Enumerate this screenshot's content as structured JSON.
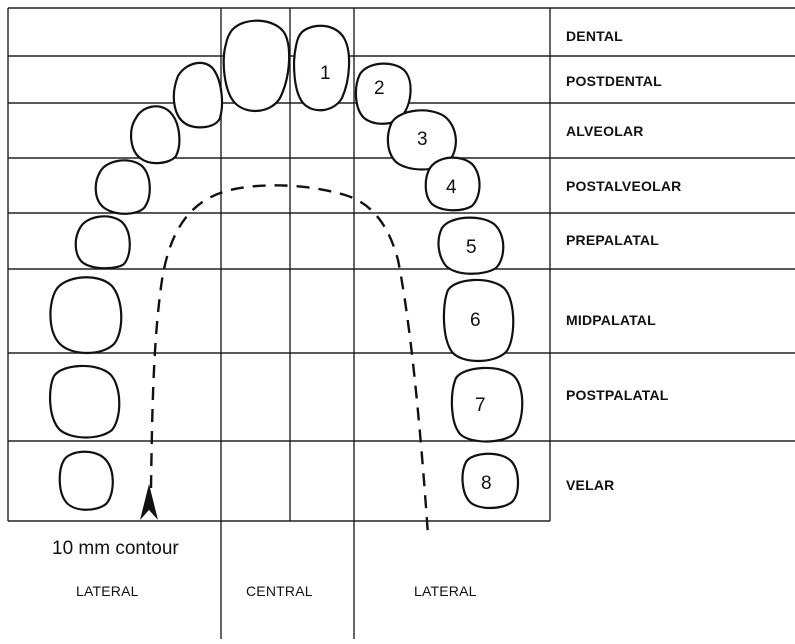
{
  "palate_zones": [
    "DENTAL",
    "POSTDENTAL",
    "ALVEOLAR",
    "POSTALVEOLAR",
    "PREPALATAL",
    "MIDPALATAL",
    "POSTPALATAL",
    "VELAR"
  ],
  "regions": {
    "left": "LATERAL",
    "center": "CENTRAL",
    "right": "LATERAL"
  },
  "teeth_numbers": [
    "1",
    "2",
    "3",
    "4",
    "5",
    "6",
    "7",
    "8"
  ],
  "contour_label": "10 mm contour"
}
